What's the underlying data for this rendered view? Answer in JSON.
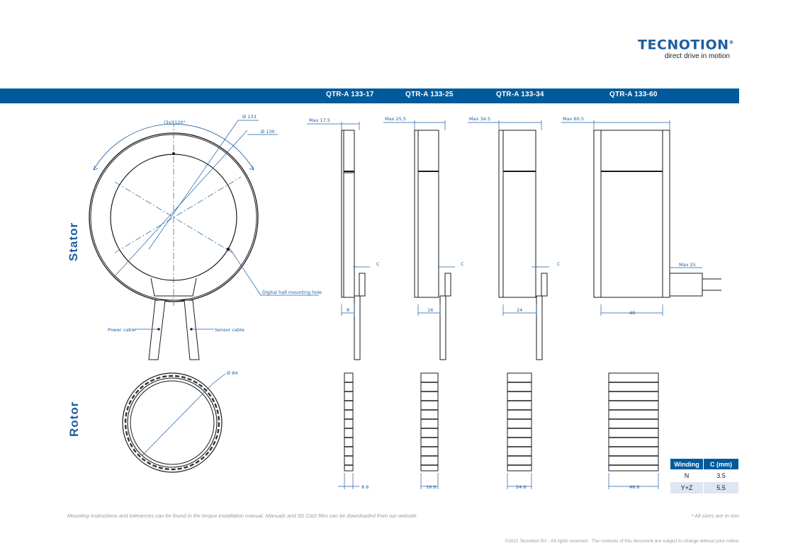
{
  "brand": {
    "name": "TECNOTION",
    "registered_mark": "®",
    "tagline": "direct drive in motion",
    "color": "#1d5fa0"
  },
  "header_bar": {
    "color": "#005a9c",
    "models": [
      "QTR-A 133-17",
      "QTR-A 133-25",
      "QTR-A 133-34",
      "QTR-A 133-60"
    ]
  },
  "sections": {
    "stator": "Stator",
    "rotor": "Rotor"
  },
  "stator_top_view": {
    "angle": "(3x) 120°",
    "outer_diameter": "Ø 133",
    "inner_diameter": "Ø 130",
    "hall_hole": "Digital hall mounting hole",
    "power_cable": "Power cable",
    "sensor_cable": "Sensor cable"
  },
  "stator_side_views": [
    {
      "max": "Max 17.5",
      "c": "C",
      "width": "8"
    },
    {
      "max": "Max 25.5",
      "c": "C",
      "width": "16"
    },
    {
      "max": "Max 34.5",
      "c": "C",
      "width": "24"
    },
    {
      "max": "Max 60.5",
      "c": "Max 25",
      "width": "48"
    }
  ],
  "rotor_top_view": {
    "diameter": "Ø 84"
  },
  "rotor_side_views": [
    "8.6",
    "16.6",
    "24.6",
    "48.6"
  ],
  "winding_table": {
    "headers": [
      "Winding",
      "C (mm)"
    ],
    "rows": [
      [
        "N",
        "3.5"
      ],
      [
        "Y+Z",
        "5.5"
      ]
    ]
  },
  "footer": {
    "note": "Mounting instructions and tolerances can be found in the torque installation manual. Manuals and 3D CAD files can be downloaded from our website.",
    "units": "* All sizes are in mm",
    "copyright": "©2021 Tecnotion BV - All rights reserved - The contents of this document are subject to change without prior notice."
  }
}
